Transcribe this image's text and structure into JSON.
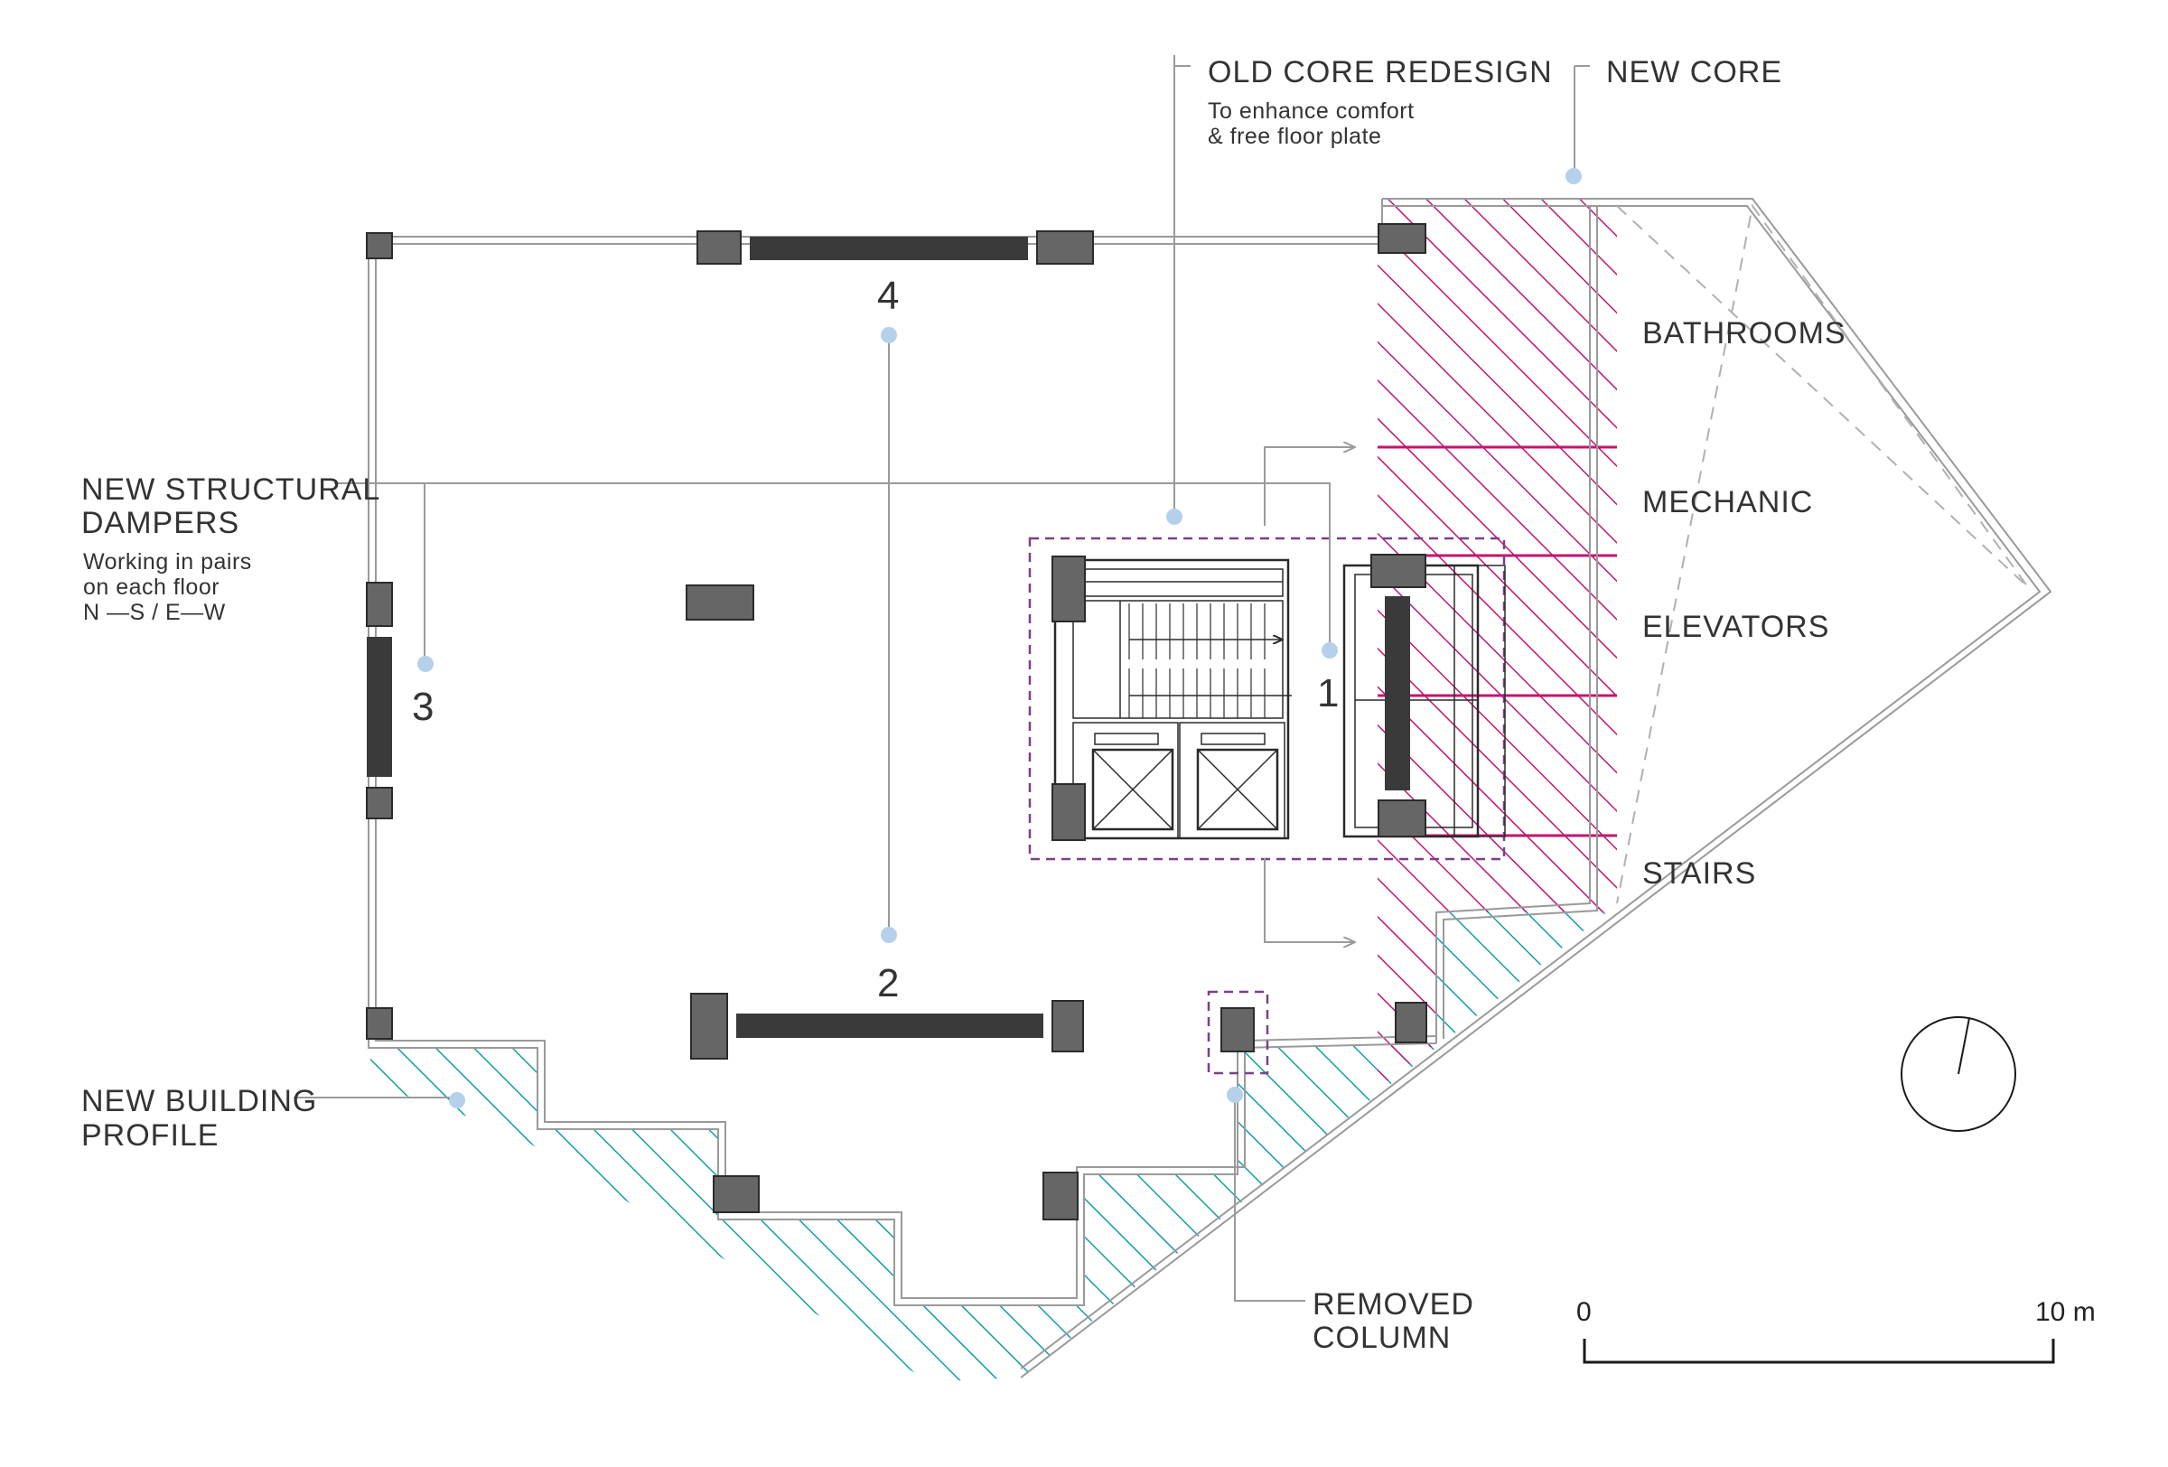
{
  "labels": {
    "old_core_title": "OLD CORE REDESIGN",
    "old_core_line1": "To enhance comfort",
    "old_core_line2": "& free floor plate",
    "new_core": "NEW CORE",
    "bathrooms": "BATHROOMS",
    "mechanic": "MECHANIC",
    "elevators": "ELEVATORS",
    "stairs": "STAIRS",
    "dampers_line1": "NEW STRUCTURAL",
    "dampers_line2": "DAMPERS",
    "dampers_sub1": "Working in pairs",
    "dampers_sub2": "on each floor",
    "dampers_sub3": "N —S / E—W",
    "profile_line1": "NEW BUILDING",
    "profile_line2": "PROFILE",
    "removed_line1": "REMOVED",
    "removed_line2": "COLUMN"
  },
  "dampers": {
    "d1": "1",
    "d2": "2",
    "d3": "3",
    "d4": "4"
  },
  "scale_bar": {
    "start": "0",
    "end": "10 m"
  },
  "colors": {
    "new_core_hatch": "#c2166e",
    "new_profile_hatch": "#12a0a0",
    "old_core_outline": "#7b3f8c",
    "leader_dot": "#b5d0ea"
  }
}
